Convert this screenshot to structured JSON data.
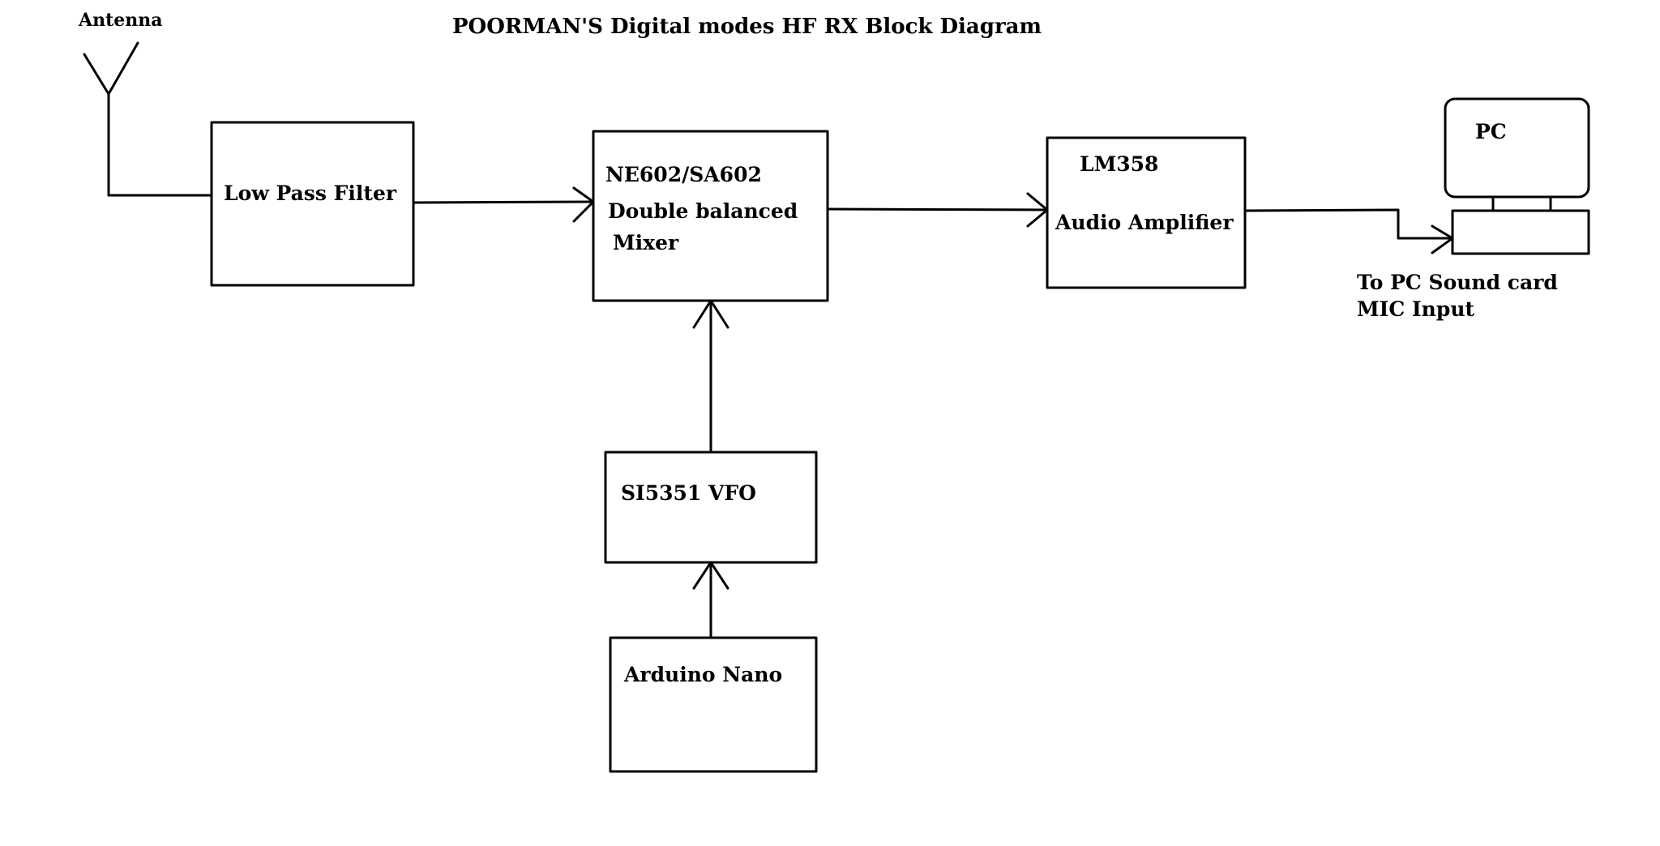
{
  "diagram": {
    "title": "POORMAN'S Digital modes HF RX Block Diagram",
    "antenna_label": "Antenna",
    "blocks": {
      "low_pass_filter": "Low Pass Filter",
      "mixer": {
        "line1": "NE602/SA602",
        "line2": "Double balanced",
        "line3": "Mixer"
      },
      "audio_amplifier": {
        "line1": "LM358",
        "line2": "Audio Amplifier"
      },
      "vfo": "SI5351 VFO",
      "controller": "Arduino Nano",
      "pc": "PC"
    },
    "pc_connection_note": {
      "line1": "To PC Sound card",
      "line2": "MIC Input"
    },
    "connections": [
      {
        "from": "Antenna",
        "to": "Low Pass Filter"
      },
      {
        "from": "Low Pass Filter",
        "to": "NE602/SA602"
      },
      {
        "from": "NE602/SA602",
        "to": "LM358"
      },
      {
        "from": "LM358",
        "to": "PC"
      },
      {
        "from": "SI5351 VFO",
        "to": "NE602/SA602"
      },
      {
        "from": "Arduino Nano",
        "to": "SI5351 VFO"
      }
    ],
    "colors": {
      "line": "#000000",
      "background": "#ffffff"
    }
  }
}
